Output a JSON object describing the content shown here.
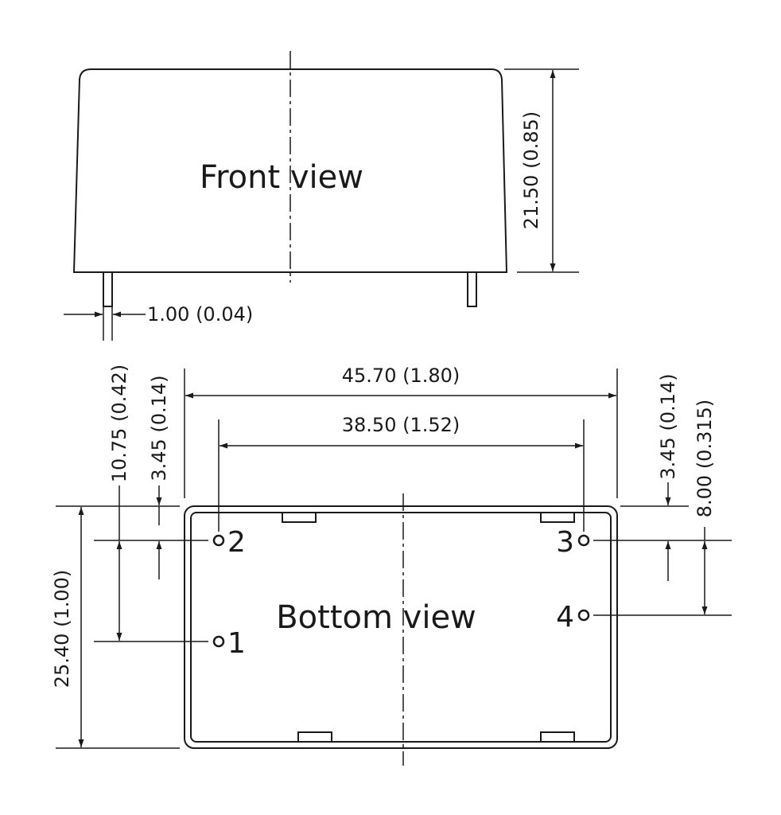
{
  "views": {
    "front": "Front view",
    "bottom": "Bottom view"
  },
  "dimensions": {
    "front_height": "21.50 (0.85)",
    "pin_width": "1.00 (0.04)",
    "overall_length": "45.70 (1.80)",
    "pin_span": "38.50 (1.52)",
    "overall_width": "25.40 (1.00)",
    "left_pin_spacing": "10.75 (0.42)",
    "left_edge_offset": "3.45 (0.14)",
    "right_edge_offset": "3.45 (0.14)",
    "right_pin_spacing": "8.00 (0.315)"
  },
  "pins": {
    "p1": "1",
    "p2": "2",
    "p3": "3",
    "p4": "4"
  }
}
